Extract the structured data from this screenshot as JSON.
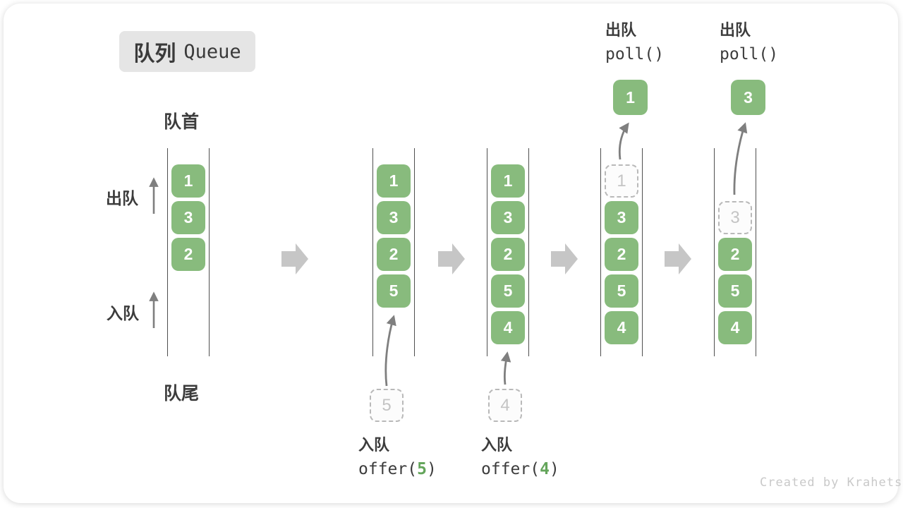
{
  "title": {
    "zh": "队列",
    "en": "Queue"
  },
  "labels": {
    "front": "队首",
    "rear": "队尾",
    "dequeue": "出队",
    "enqueue": "入队"
  },
  "queues": {
    "q1": {
      "slots": [
        "1",
        "3",
        "2"
      ]
    },
    "q2": {
      "slots": [
        "1",
        "3",
        "2",
        "5"
      ],
      "incoming": "5"
    },
    "q3": {
      "slots": [
        "1",
        "3",
        "2",
        "5",
        "4"
      ],
      "incoming": "4"
    },
    "q4": {
      "removed": "1",
      "slots": [
        "3",
        "2",
        "5",
        "4"
      ],
      "result": "1"
    },
    "q5": {
      "removed": "3",
      "slots": [
        "2",
        "5",
        "4"
      ],
      "result": "3"
    }
  },
  "operations": {
    "enqueue5": {
      "name": "入队",
      "code_pre": "offer(",
      "arg": "5",
      "code_post": ")"
    },
    "enqueue4": {
      "name": "入队",
      "code_pre": "offer(",
      "arg": "4",
      "code_post": ")"
    },
    "poll1": {
      "name": "出队",
      "code": "poll()"
    },
    "poll2": {
      "name": "出队",
      "code": "poll()"
    }
  },
  "colors": {
    "green": "#88BB7D",
    "arg_green": "#64A55B",
    "dark_text": "#3C3C3C",
    "stage_arrow_gray": "#C6C6C6",
    "small_arrow_gray": "#7F7F7F"
  },
  "watermark": "Created by Krahets"
}
